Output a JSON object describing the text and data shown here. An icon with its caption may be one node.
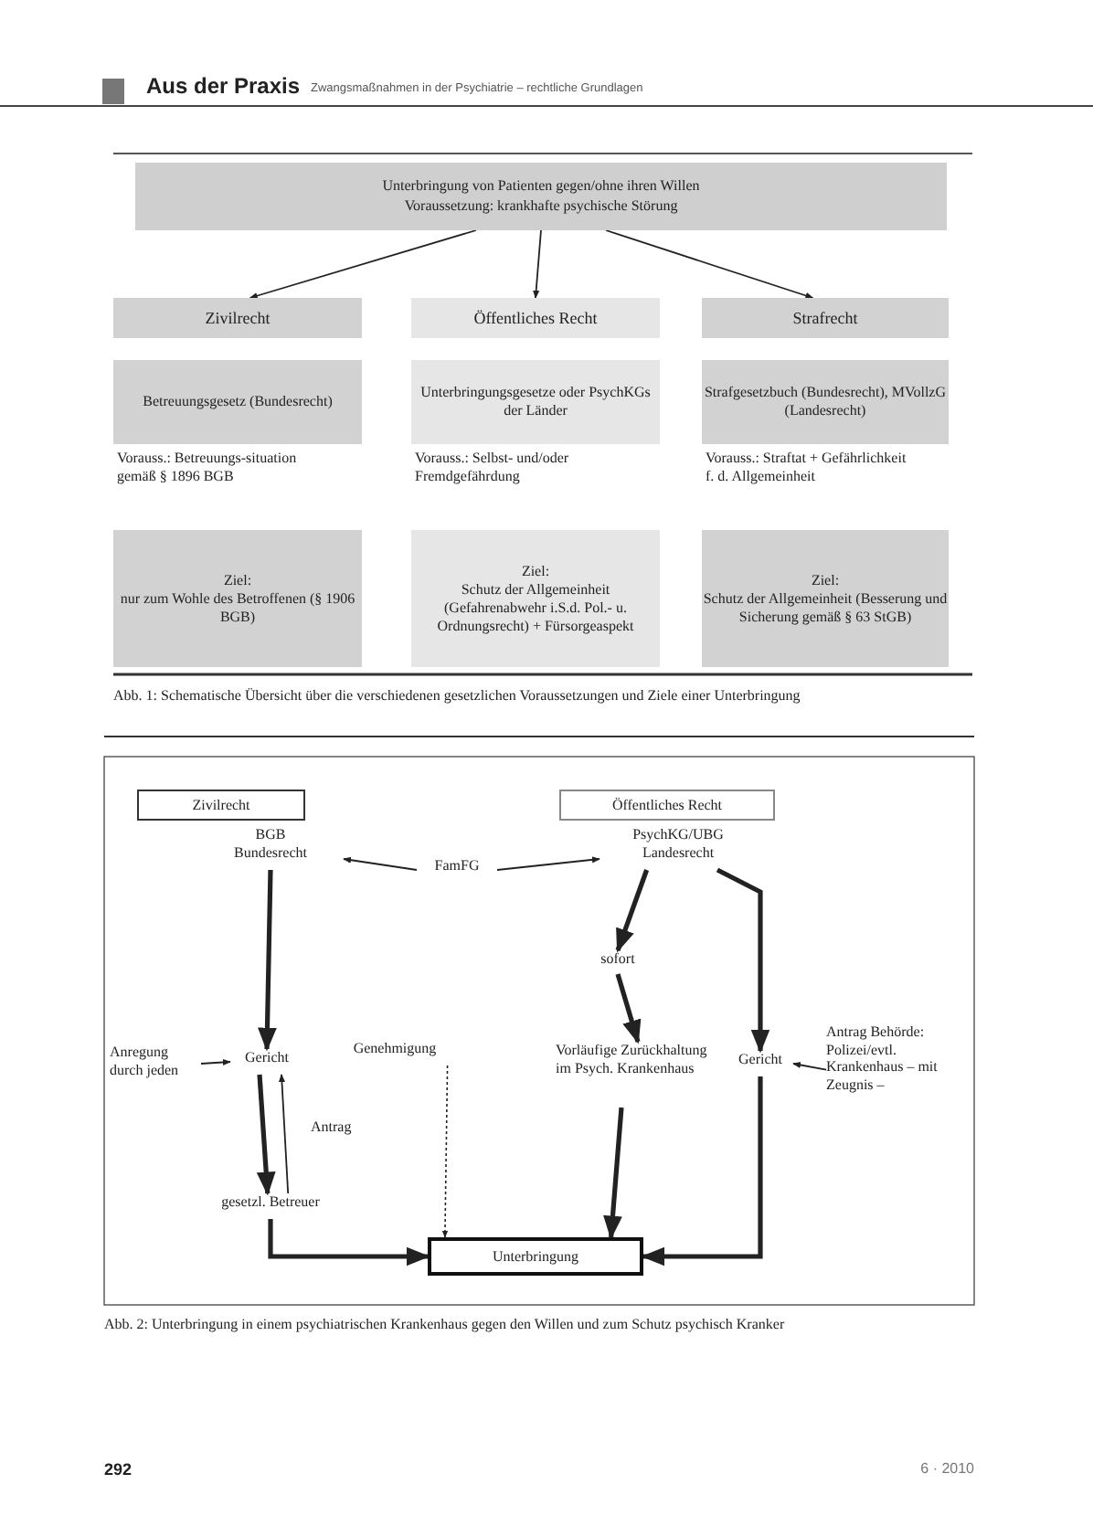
{
  "diagram": {
    "nodes": [
      {
        "text": [
          "Unterbringung von Patienten gegen/ohne ihren Willen",
          "Voraussetzung: krankhafte psychische Störung"
        ]
      },
      {
        "text": [
          "Zivilrecht"
        ]
      },
      {
        "text": [
          "Öffentliches Recht"
        ]
      },
      {
        "text": [
          "Strafrecht"
        ]
      },
      {
        "text": [
          "Betreuungsgesetz (Bundesrecht)"
        ],
        "beside": [
          "Vorauss.: Betreuungs-situation gemäß § 1896 BGB"
        ]
      },
      {
        "text": [
          "Unterbringungsgesetze oder PsychKGs der Länder"
        ],
        "beside": [
          "Vorauss.: Selbst- und/oder Fremdgefährdung"
        ]
      },
      {
        "text": [
          "Strafgesetzbuch (Bundesrecht), MVollzG (Landesrecht)"
        ],
        "beside": [
          "Vorauss.: Straftat + Gefährlichkeit f. d. Allgemeinheit"
        ]
      },
      {
        "text": [
          "Ziel:",
          "nur zum Wohle des Betroffenen (§ 1906 BGB)"
        ]
      },
      {
        "text": [
          "Ziel:",
          "Schutz der Allgemeinheit (Gefahrenabwehr i.S.d. Pol.- u. Ordnungsrecht) + Fürsorgeaspekt"
        ]
      },
      {
        "text": [
          "Ziel:",
          "Schutz der Allgemeinheit (Besserung und Sicherung gemäß § 63 StGB)"
        ]
      },
      {
        "text": [
          "Zivilrecht"
        ]
      },
      {
        "text": [
          "Öffentliches Recht"
        ]
      },
      {
        "text": [
          "BGB",
          "Bundesrecht"
        ]
      },
      {
        "text": [
          "FamFG"
        ]
      },
      {
        "text": [
          "PsychKG/UBG",
          "Landesrecht"
        ]
      },
      {
        "text": [
          "sofort"
        ]
      },
      {
        "text": [
          "Anregung durch jeden"
        ]
      },
      {
        "text": [
          "Gericht"
        ]
      },
      {
        "text": [
          "Genehmigung"
        ]
      },
      {
        "text": [
          "Vorläufige Zurückhaltung im Psych. Krankenhaus"
        ]
      },
      {
        "text": [
          "Gericht"
        ]
      },
      {
        "text": [
          "Antrag Behörde: Polizei/evtl. Krankenhaus – mit Zeugnis –"
        ]
      },
      {
        "text": [
          "gesetzl. Betreuer"
        ]
      },
      {
        "text": [
          "Unterbringung"
        ]
      }
    ],
    "edges": [
      {
        "from": 0,
        "to": 1,
        "arrow": "to"
      },
      {
        "from": 0,
        "to": 2,
        "arrow": "to"
      },
      {
        "from": 0,
        "to": 3,
        "arrow": "to"
      },
      {
        "from": 13,
        "to": 12,
        "arrow": "to"
      },
      {
        "from": 13,
        "to": 14,
        "arrow": "to"
      },
      {
        "from": 12,
        "to": 17,
        "arrow": "to",
        "style": "thick"
      },
      {
        "from": 14,
        "to": 15,
        "arrow": "to",
        "style": "thick"
      },
      {
        "from": 14,
        "to": 20,
        "arrow": "to",
        "style": "thick"
      },
      {
        "from": 15,
        "to": 19,
        "arrow": "to",
        "style": "thick"
      },
      {
        "from": 16,
        "to": 17,
        "arrow": "to"
      },
      {
        "from": 17,
        "to": 22,
        "arrow": "to",
        "style": "thick"
      },
      {
        "from": 22,
        "to": 17,
        "arrow": "to",
        "label": "Antrag"
      },
      {
        "from": 18,
        "to": 23,
        "arrow": "to",
        "style": "dashed"
      },
      {
        "from": 19,
        "to": 23,
        "arrow": "to",
        "style": "thick"
      },
      {
        "from": 21,
        "to": 20,
        "arrow": "to"
      },
      {
        "from": 20,
        "to": 23,
        "arrow": "to",
        "style": "thick"
      },
      {
        "from": 22,
        "to": 23,
        "arrow": "to",
        "style": "thick"
      }
    ],
    "labels": [
      "Aus der Praxis",
      "Zwangsmaßnahmen in der Psychiatrie – rechtliche Grundlagen",
      "Abb. 1: Schematische Übersicht über die verschiedenen gesetzlichen Voraussetzungen und Ziele einer Unterbringung",
      "Abb. 2: Unterbringung in einem psychiatrischen Krankenhaus gegen den Willen und zum Schutz psychisch Kranker",
      "292",
      "6 · 2010"
    ]
  }
}
